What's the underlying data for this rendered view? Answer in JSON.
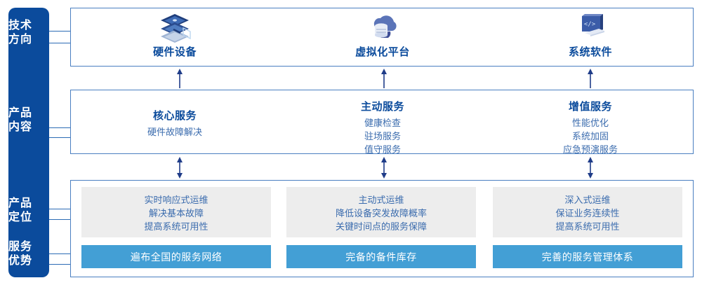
{
  "sidebar": {
    "items": [
      {
        "id": "tech-direction",
        "line1": "技术",
        "line2": "方向"
      },
      {
        "id": "product-content",
        "line1": "产品",
        "line2": "内容"
      },
      {
        "id": "product-position",
        "line1": "产品",
        "line2": "定位"
      },
      {
        "id": "service-advantage",
        "line1": "服务",
        "line2": "优势"
      }
    ],
    "bg_color": "#0B4B9C"
  },
  "tech_direction": {
    "cells": [
      {
        "icon": "server-stack-icon",
        "title": "硬件设备"
      },
      {
        "icon": "cloud-database-icon",
        "title": "虚拟化平台"
      },
      {
        "icon": "code-window-icon",
        "title": "系统软件"
      }
    ]
  },
  "product_content": {
    "cells": [
      {
        "title": "核心服务",
        "lines": [
          "硬件故障解决"
        ]
      },
      {
        "title": "主动服务",
        "lines": [
          "健康检查",
          "驻场服务",
          "值守服务"
        ]
      },
      {
        "title": "增值服务",
        "lines": [
          "性能优化",
          "系统加固",
          "应急预演服务"
        ]
      }
    ]
  },
  "product_position": {
    "boxes": [
      {
        "lines": [
          "实时响应式运维",
          "解决基本故障",
          "提高系统可用性"
        ]
      },
      {
        "lines": [
          "主动式运维",
          "降低设备突发故障概率",
          "关键时间点的服务保障"
        ]
      },
      {
        "lines": [
          "深入式运维",
          "保证业务连续性",
          "提高系统可用性"
        ]
      }
    ],
    "box_color": "#EDEDED"
  },
  "service_advantage": {
    "bars": [
      {
        "label": "遍布全国的服务网络"
      },
      {
        "label": "完备的备件库存"
      },
      {
        "label": "完善的服务管理体系"
      }
    ],
    "bar_color": "#439FD5"
  },
  "colors": {
    "panel_border": "#4A7FC1",
    "title_blue": "#0B4B9C",
    "body_blue": "#3B6CAE",
    "arrow": "#1F3C88"
  }
}
